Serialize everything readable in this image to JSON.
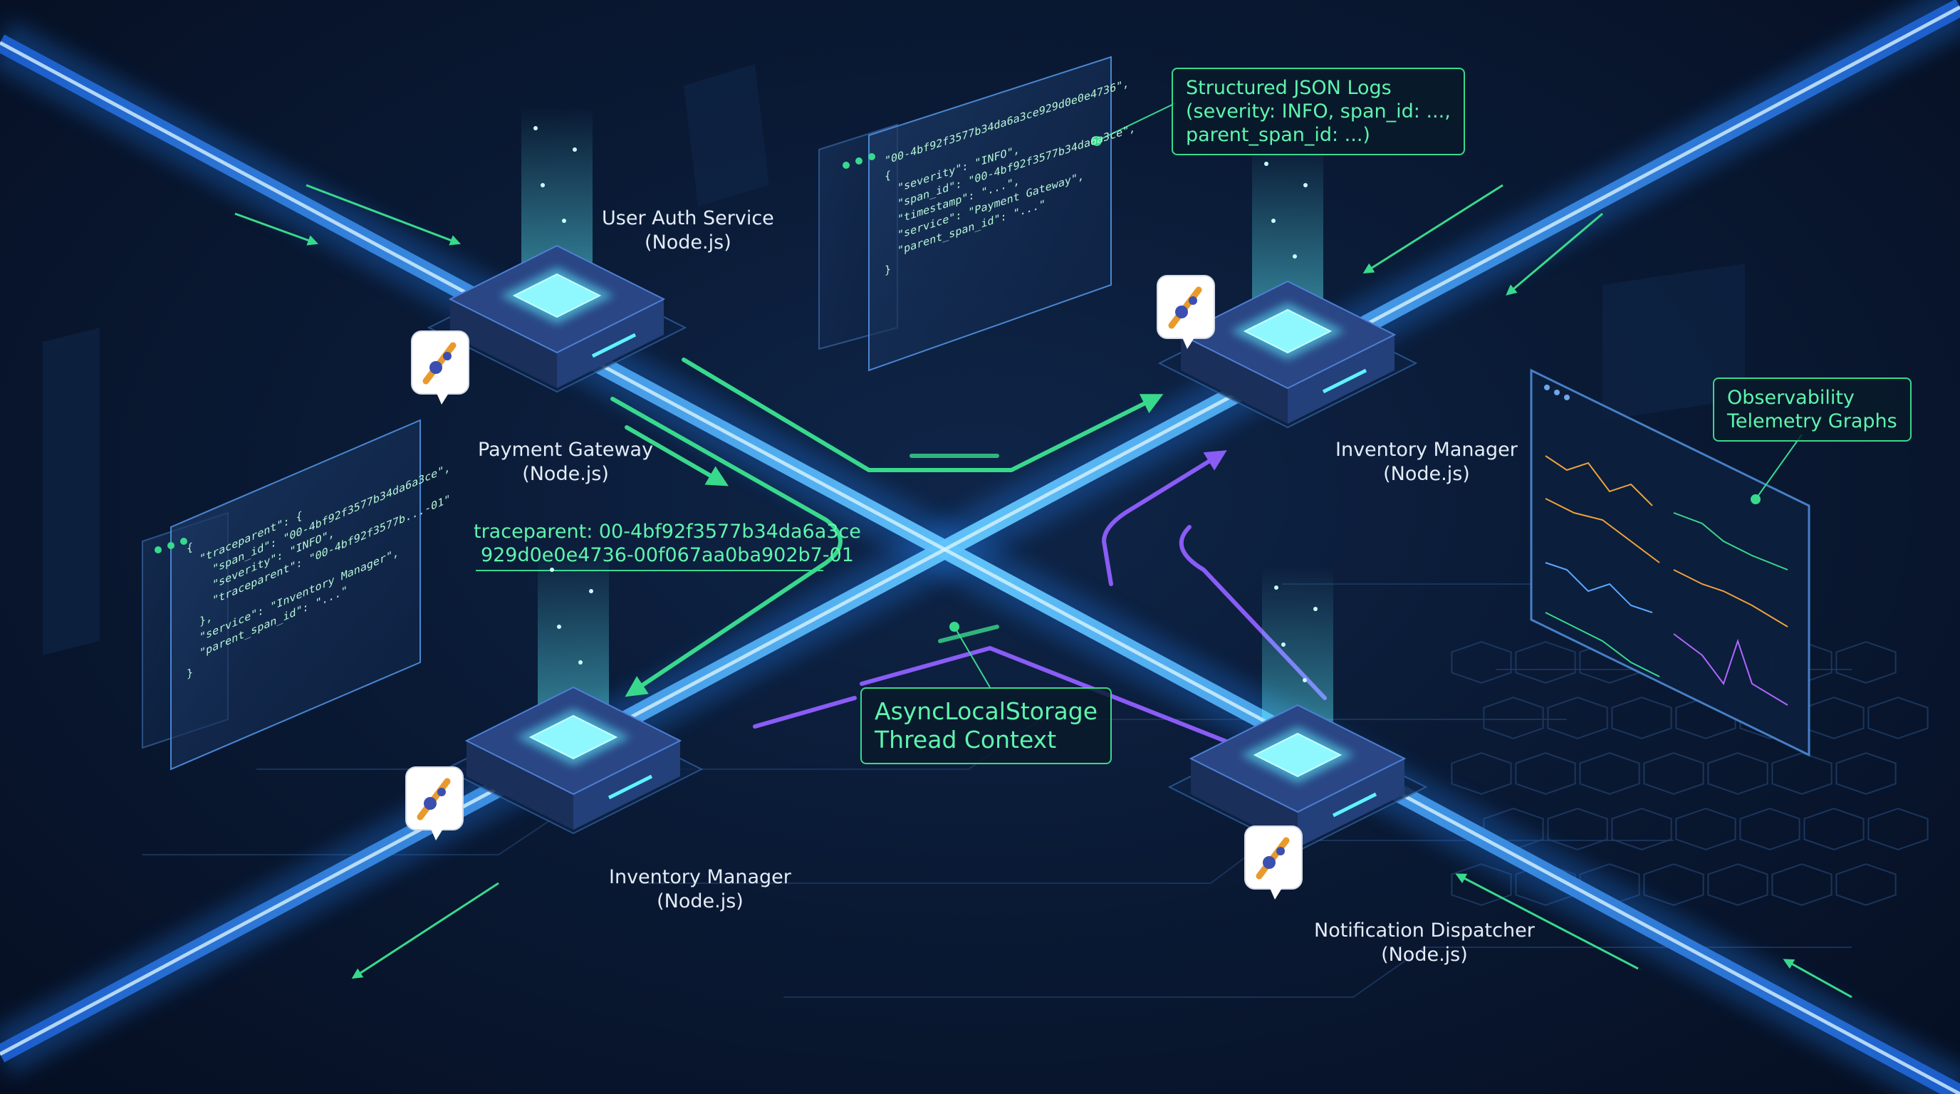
{
  "services": [
    {
      "id": "auth",
      "name": "User Auth Service",
      "runtime": "(Node.js)"
    },
    {
      "id": "payment",
      "name": "Payment Gateway",
      "runtime": "(Node.js)"
    },
    {
      "id": "inventory_right",
      "name": "Inventory Manager",
      "runtime": "(Node.js)"
    },
    {
      "id": "inventory_bottom",
      "name": "Inventory Manager",
      "runtime": "(Node.js)"
    },
    {
      "id": "notification",
      "name": "Notification Dispatcher",
      "runtime": "(Node.js)"
    }
  ],
  "callouts": {
    "logs": [
      "Structured JSON Logs",
      "(severity: INFO, span_id: ...,",
      "parent_span_id: ...)"
    ],
    "telemetry": [
      "Observability",
      "Telemetry Graphs"
    ],
    "context": [
      "AsyncLocalStorage",
      "Thread Context"
    ]
  },
  "traceparent": [
    "traceparent:  00-4bf92f3577b34da6a3ce",
    "929d0e0e4736-00f067aa0ba902b7-01"
  ],
  "log_panel_top": [
    "\"00-4bf92f3577b34da6a3ce929d0e0e4736\",",
    "{",
    "  \"severity\": \"INFO\",",
    "  \"span_id\": \"00-4bf92f3577b34da6a3ce\",",
    "  \"timestamp\": \"...\",",
    "  \"service\": \"Payment Gateway\",",
    "  \"parent_span_id\": \"...\"",
    "}"
  ],
  "log_panel_left": [
    "{",
    "  \"traceparent\": {",
    "    \"span_id\": \"00-4bf92f3577b34da6a3ce\",",
    "    \"severity\": \"INFO\",",
    "    \"traceparent\": \"00-4bf92f3577b...-01\"",
    "  },",
    "  \"service\": \"Inventory Manager\",",
    "  \"parent_span_id\": \"...\"",
    "}"
  ],
  "colors": {
    "pipe": "#3aa9ff",
    "pipe_glow": "#1e6fd6",
    "node_core": "#5ff2ff",
    "green": "#39d98d",
    "purple": "#8a5cf6"
  },
  "icons": [
    "node-service-icon",
    "jaeger-tracing-icon"
  ]
}
